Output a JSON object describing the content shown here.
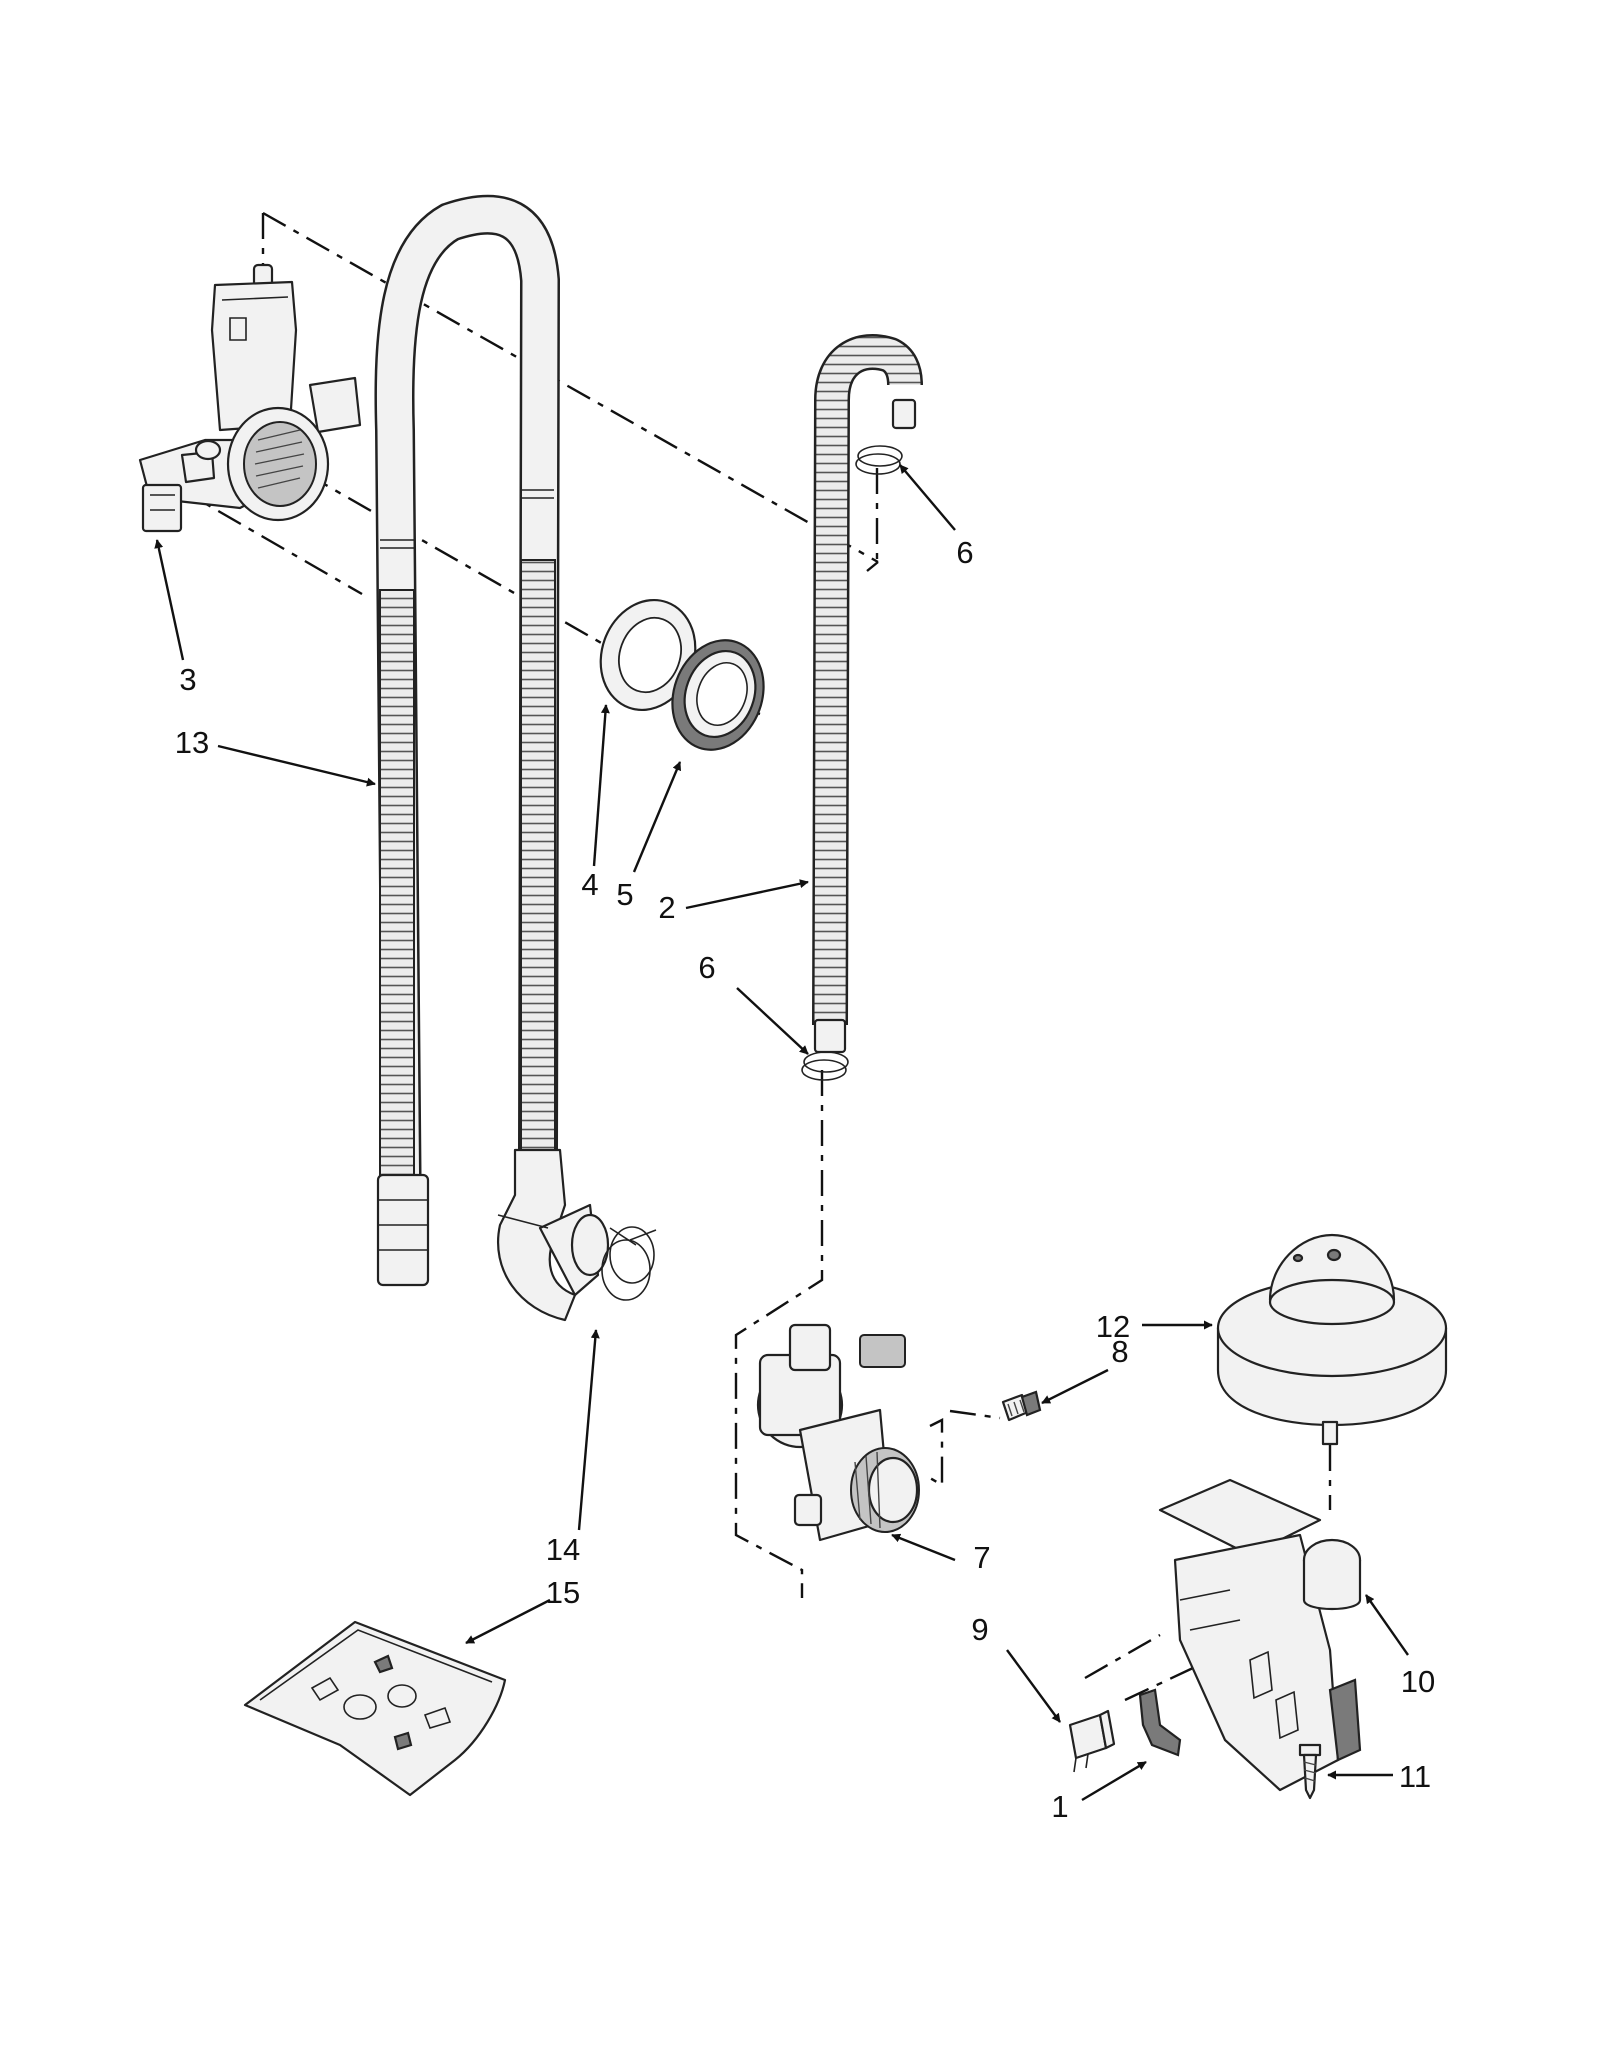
{
  "callouts": [
    {
      "id": "1",
      "label": "1"
    },
    {
      "id": "2",
      "label": "2"
    },
    {
      "id": "3",
      "label": "3"
    },
    {
      "id": "4",
      "label": "4"
    },
    {
      "id": "5",
      "label": "5"
    },
    {
      "id": "6a",
      "label": "6"
    },
    {
      "id": "6b",
      "label": "6"
    },
    {
      "id": "7",
      "label": "7"
    },
    {
      "id": "8",
      "label": "8"
    },
    {
      "id": "9",
      "label": "9"
    },
    {
      "id": "10",
      "label": "10"
    },
    {
      "id": "11",
      "label": "11"
    },
    {
      "id": "12",
      "label": "12"
    },
    {
      "id": "13",
      "label": "13"
    },
    {
      "id": "14",
      "label": "14"
    },
    {
      "id": "15",
      "label": "15"
    }
  ],
  "colors": {
    "line": "#111111",
    "part_fill": "#f2f2f2",
    "shade": "#7a7a7a",
    "background": "#ffffff"
  }
}
